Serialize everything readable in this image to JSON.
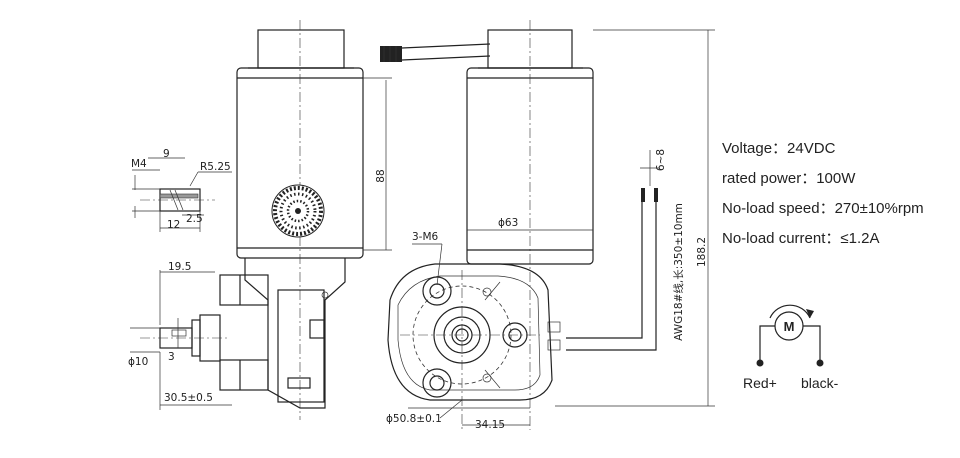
{
  "specs": {
    "voltage": "Voltage：24VDC",
    "rated_power": "rated power：100W",
    "no_load_speed": "No-load speed：270±10%rpm",
    "no_load_current": "No-load current：≤1.2A"
  },
  "wiring": {
    "motor_symbol": "M",
    "positive": "Red+",
    "negative": "black-"
  },
  "dimensions": {
    "m4": "M4",
    "d9": "9",
    "r525": "R5.25",
    "d12": "12",
    "d25": "2.5",
    "d195": "19.5",
    "d3": "3",
    "phi10": "ϕ10",
    "d305": "30.5±0.5",
    "d88": "88",
    "m6": "3-M6",
    "phi63": "ϕ63",
    "phi508": "ϕ50.8±0.1",
    "d3415": "34.15",
    "d68": "6~8",
    "cable": "AWG18#线,长:350±10mm",
    "d1882": "188.2"
  }
}
